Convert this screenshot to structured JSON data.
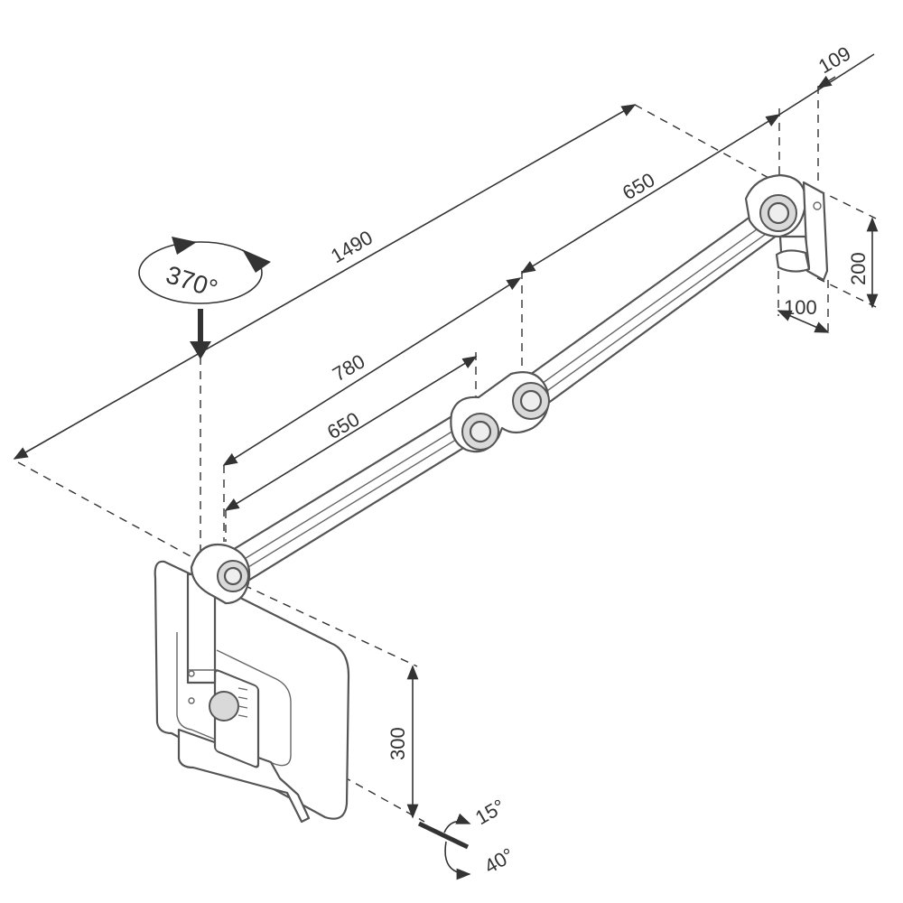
{
  "diagram": {
    "labels": {
      "total_length": "1490",
      "upper_arm": "650",
      "wall_offset": "109",
      "mid_length": "780",
      "lower_arm": "650",
      "bracket_height": "200",
      "bracket_depth": "100",
      "plate_height": "300",
      "rotation": "370°",
      "tilt_up": "15°",
      "tilt_down": "40°"
    },
    "colors": {
      "line": "#333333",
      "part_outline": "#555555",
      "part_fill": "#ffffff",
      "joint_shade": "#d9d9d9"
    }
  }
}
